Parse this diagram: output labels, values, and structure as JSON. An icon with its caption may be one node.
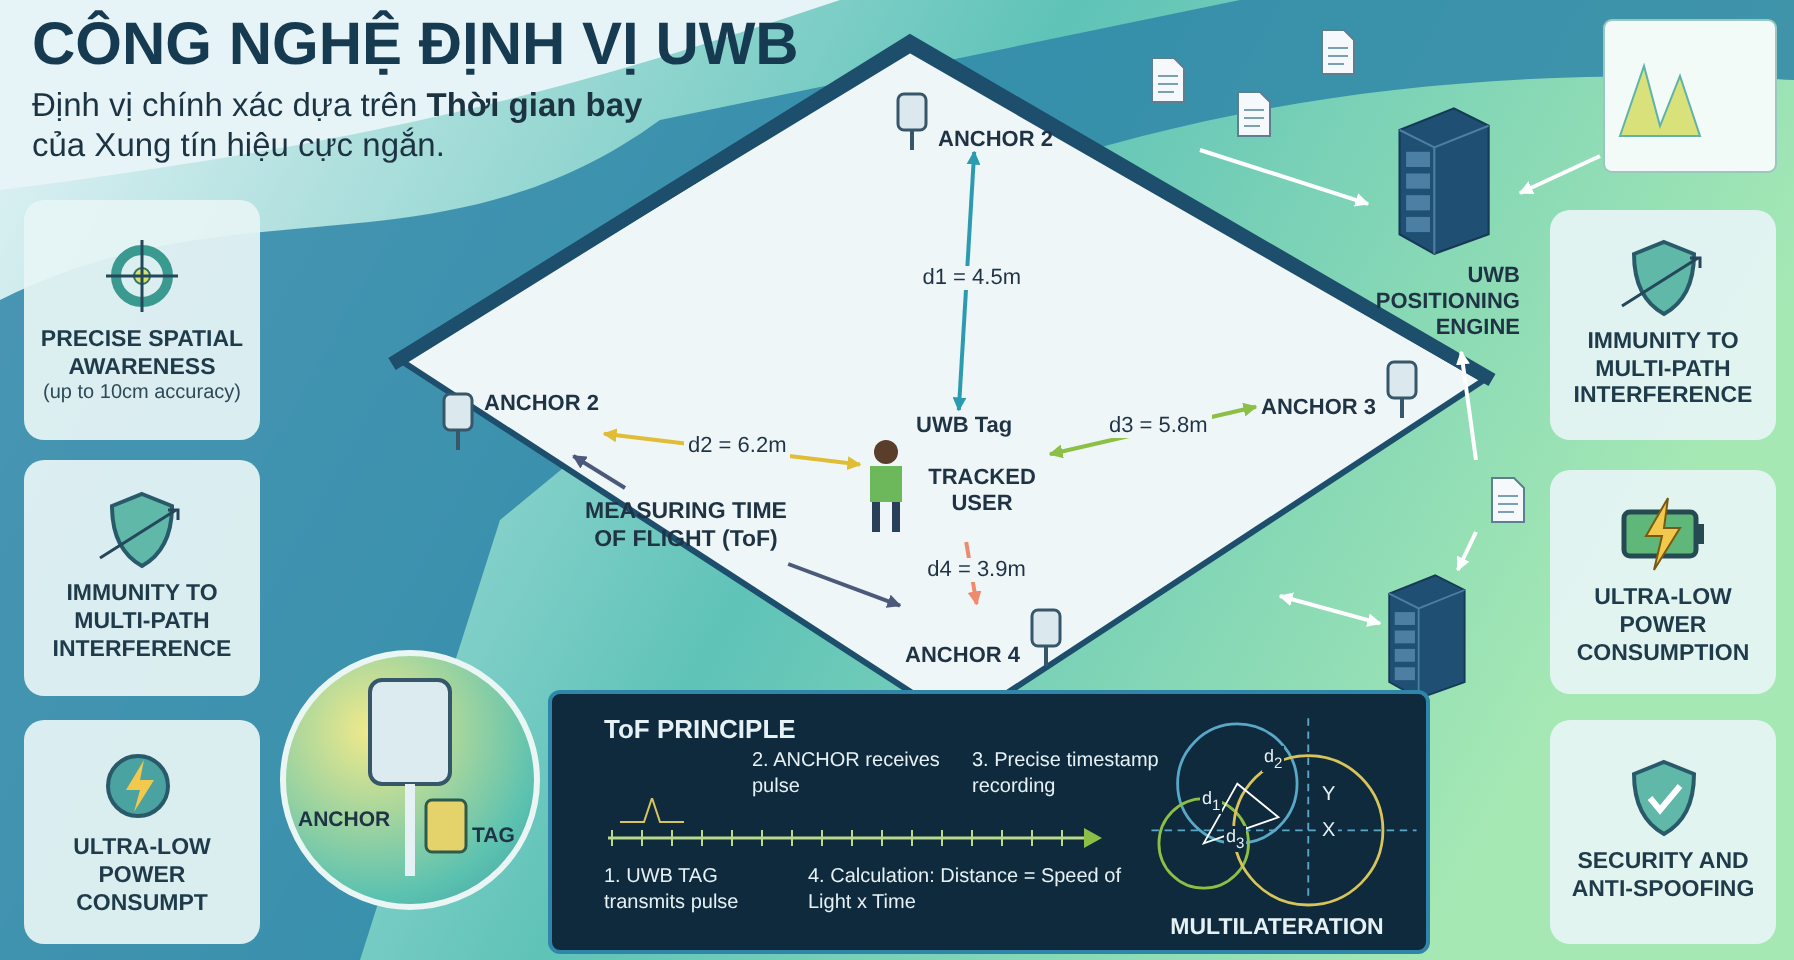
{
  "diagram": {
    "title": "CÔNG NGHỆ ĐỊNH VỊ UWB",
    "nodes": [
      {
        "text": [
          "PRECISE SPATIAL AWARENESS",
          "(up to 10cm accuracy)"
        ]
      },
      {
        "text": [
          "IMMUNITY TO MULTI-PATH INTERFERENCE"
        ]
      },
      {
        "text": [
          "ULTRA-LOW POWER CONSUMPT"
        ]
      },
      {
        "text": [
          "IMMUNITY TO MULTI-PATH INTERFERENCE"
        ]
      },
      {
        "text": [
          "ULTRA-LOW POWER CONSUMPTION"
        ]
      },
      {
        "text": [
          "SECURITY AND ANTI-SPOOFING"
        ]
      },
      {
        "text": [
          "ANCHOR 2"
        ]
      },
      {
        "text": [
          "ANCHOR 2"
        ]
      },
      {
        "text": [
          "ANCHOR 3"
        ]
      },
      {
        "text": [
          "ANCHOR 4"
        ]
      },
      {
        "text": [
          "UWB Tag",
          "TRACKED USER"
        ]
      },
      {
        "text": [
          "MEASURING TIME OF FLIGHT (ToF)"
        ]
      },
      {
        "text": [
          "UWB POSITIONING ENGINE"
        ]
      },
      {
        "text": [],
        "shape": "picture"
      },
      {
        "text": [
          "ANCHOR",
          "TAG"
        ]
      },
      {
        "text": [
          "ToF PRINCIPLE",
          "2. ANCHOR receives pulse",
          "3. Precise timestamp recording",
          "1. UWB TAG transmits pulse",
          "4. Calculation: Distance = Speed of Light x Time",
          "MULTILATERATION"
        ]
      }
    ],
    "edges": [
      {
        "from": 10,
        "to": 6,
        "arrow": "both",
        "label": "d1 = 4.5m",
        "color": "#2b9bb0"
      },
      {
        "from": 10,
        "to": 7,
        "arrow": "both",
        "label": "d2 = 6.2m",
        "color": "#e0bd35"
      },
      {
        "from": 10,
        "to": 8,
        "arrow": "both",
        "label": "d3 = 5.8m",
        "color": "#8cbf45"
      },
      {
        "from": 10,
        "to": 9,
        "arrow": "to",
        "label": "d4 = 3.9m",
        "color": "#ef8a6e"
      },
      {
        "from": 11,
        "to": 7,
        "arrow": "to",
        "color": "#4b5a7a"
      },
      {
        "from": 11,
        "to": 9,
        "arrow": "to",
        "color": "#4b5a7a"
      },
      {
        "from": null,
        "to": 12,
        "arrow": "to"
      },
      {
        "from": null,
        "to": 12,
        "arrow": "to"
      },
      {
        "from": null,
        "to": 12,
        "arrow": "to"
      },
      {
        "from": null,
        "to": 13,
        "arrow": "to"
      },
      {
        "from": null,
        "to": 13,
        "arrow": "both"
      }
    ],
    "labels": [
      "Định vị chính xác dựa trên **Thời gian bay** của Xung tín hiệu cực ngắn.",
      "d$_{1}$",
      "d$_{2}$",
      "d$_{3}$",
      "Y",
      "X"
    ]
  }
}
